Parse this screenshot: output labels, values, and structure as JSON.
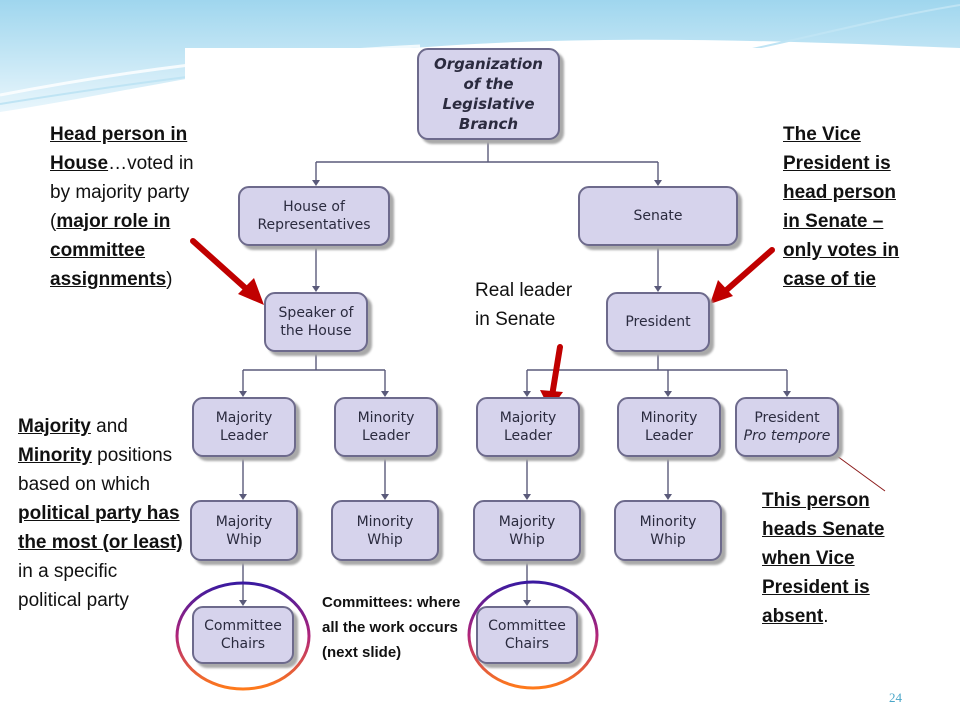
{
  "org_chart": {
    "root": {
      "line1": "Organization",
      "line2": "of the",
      "line3": "Legislative",
      "line4": "Branch"
    },
    "house": {
      "line1": "House of",
      "line2": "Representatives"
    },
    "senate": {
      "label": "Senate"
    },
    "speaker": {
      "line1": "Speaker of",
      "line2": "the House"
    },
    "president": {
      "label": "President"
    },
    "house_majority_leader": {
      "line1": "Majority",
      "line2": "Leader"
    },
    "house_minority_leader": {
      "line1": "Minority",
      "line2": "Leader"
    },
    "senate_majority_leader": {
      "line1": "Majority",
      "line2": "Leader"
    },
    "senate_minority_leader": {
      "line1": "Minority",
      "line2": "Leader"
    },
    "president_pro_tempore": {
      "line1": "President",
      "line2": "Pro tempore"
    },
    "house_majority_whip": {
      "label": "Majority Whip"
    },
    "house_minority_whip": {
      "label": "Minority Whip"
    },
    "senate_majority_whip": {
      "label": "Majority Whip"
    },
    "senate_minority_whip": {
      "label": "Minority Whip"
    },
    "house_committee_chairs": {
      "line1": "Committee",
      "line2": "Chairs"
    },
    "senate_committee_chairs": {
      "line1": "Committee",
      "line2": "Chairs"
    }
  },
  "annotations": {
    "head_person_house": {
      "p1": "Head person in House",
      "p2": "…voted in by majority party (",
      "p3": "major role in committee assignments",
      "p4": ")"
    },
    "vice_president": {
      "text": "The Vice President is head person in Senate – only votes in case of tie"
    },
    "real_leader": {
      "text": "Real leader in Senate"
    },
    "majority_minority": {
      "p1": "Majority",
      "p2": " and ",
      "p3": "Minority",
      "p4": " positions based on which ",
      "p5": "political party has the most (or least) ",
      "p6": "in a specific political party"
    },
    "pro_tempore_note": {
      "p1": "This person heads Senate when Vice President is absent",
      "p2": "."
    },
    "committees": {
      "text": "Committees: where all the work occurs (next slide)"
    }
  },
  "page_number": "24",
  "colors": {
    "box_fill": "#d6d3ec",
    "box_border": "#6d6a8c",
    "arrow_red": "#c00000",
    "oval_purple": "#7030a0",
    "oval_orange": "#f06a20",
    "theme_blue": "#4aa6c8"
  }
}
